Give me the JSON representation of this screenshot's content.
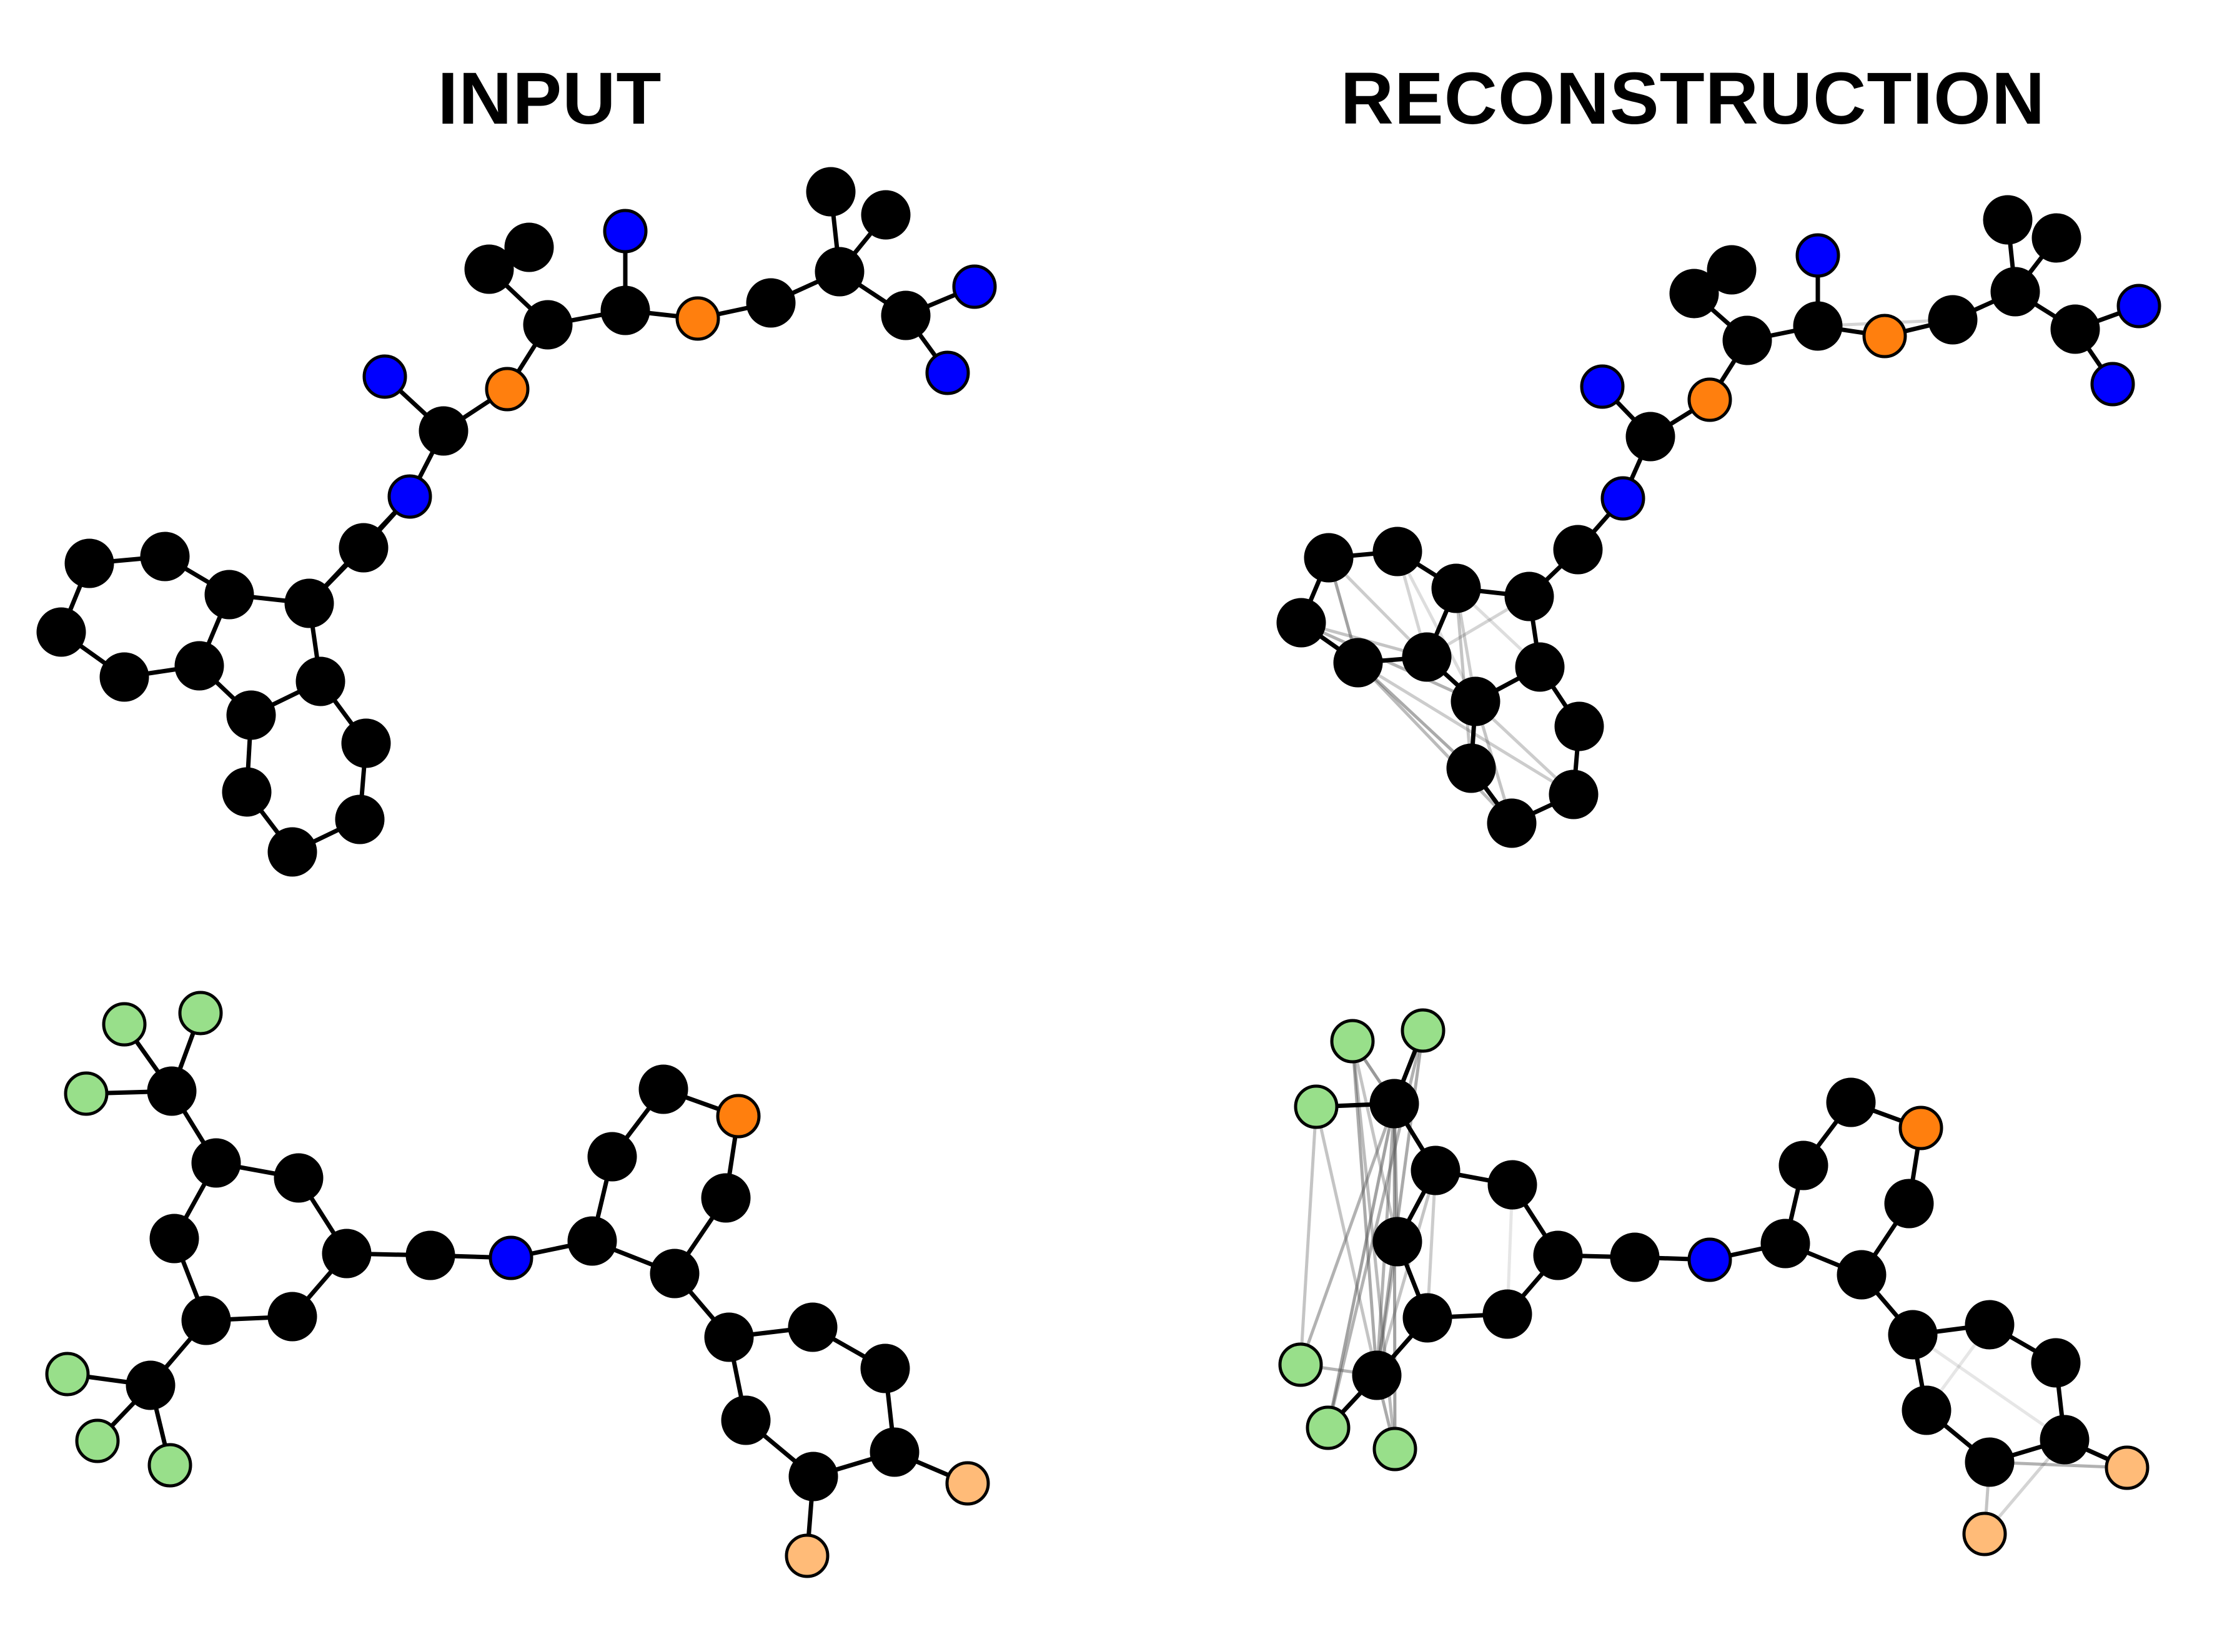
{
  "panels": {
    "input_title": "INPUT",
    "reconstruction_title": "RECONSTRUCTION"
  },
  "colors": {
    "carbon": "#000000",
    "nitrogen": "#0000ff",
    "oxygen": "#ff7f0e",
    "fluorine_light": "#98df8a",
    "peach": "#ffbb78",
    "edge_solid": "#000000",
    "edge_ghost": "#555555"
  },
  "molecules": [
    {
      "name": "molecule-1-input",
      "nodes": [
        [
          "c",
          143,
          902
        ],
        [
          "c",
          264,
          891
        ],
        [
          "c",
          367,
          952
        ],
        [
          "c",
          495,
          966
        ],
        [
          "c",
          582,
          877
        ],
        [
          "n",
          656,
          795
        ],
        [
          "c",
          710,
          690
        ],
        [
          "n",
          616,
          603
        ],
        [
          "o",
          812,
          623
        ],
        [
          "c",
          877,
          520
        ],
        [
          "c",
          783,
          431
        ],
        [
          "c",
          847,
          396
        ],
        [
          "c",
          1001,
          497
        ],
        [
          "n",
          1001,
          370
        ],
        [
          "o",
          1117,
          510
        ],
        [
          "c",
          1234,
          485
        ],
        [
          "c",
          1344,
          435
        ],
        [
          "c",
          1330,
          307
        ],
        [
          "c",
          1418,
          344
        ],
        [
          "c",
          1450,
          505
        ],
        [
          "n",
          1560,
          459
        ],
        [
          "n",
          1517,
          597
        ],
        [
          "c",
          98,
          1012
        ],
        [
          "c",
          199,
          1084
        ],
        [
          "c",
          319,
          1066
        ],
        [
          "c",
          402,
          1145
        ],
        [
          "c",
          513,
          1091
        ],
        [
          "c",
          586,
          1190
        ],
        [
          "c",
          576,
          1312
        ],
        [
          "c",
          468,
          1364
        ],
        [
          "c",
          395,
          1268
        ]
      ],
      "edges": [
        [
          0,
          1
        ],
        [
          1,
          2
        ],
        [
          2,
          3
        ],
        [
          3,
          4
        ],
        [
          4,
          5
        ],
        [
          5,
          6
        ],
        [
          6,
          7
        ],
        [
          6,
          8
        ],
        [
          8,
          9
        ],
        [
          9,
          10
        ],
        [
          10,
          11
        ],
        [
          9,
          12
        ],
        [
          12,
          13
        ],
        [
          12,
          14
        ],
        [
          14,
          15
        ],
        [
          15,
          16
        ],
        [
          16,
          17
        ],
        [
          16,
          18
        ],
        [
          16,
          19
        ],
        [
          19,
          20
        ],
        [
          19,
          21
        ],
        [
          0,
          22
        ],
        [
          22,
          23
        ],
        [
          23,
          24
        ],
        [
          24,
          2
        ],
        [
          3,
          5
        ],
        [
          24,
          25
        ],
        [
          25,
          26
        ],
        [
          26,
          3
        ],
        [
          26,
          27
        ],
        [
          27,
          28
        ],
        [
          28,
          29
        ],
        [
          29,
          30
        ],
        [
          30,
          25
        ]
      ]
    },
    {
      "name": "molecule-1-reconstruction",
      "nodes": [
        [
          "c",
          2127,
          893
        ],
        [
          "c",
          2237,
          883
        ],
        [
          "c",
          2331,
          942
        ],
        [
          "c",
          2448,
          955
        ],
        [
          "c",
          2526,
          880
        ],
        [
          "n",
          2598,
          798
        ],
        [
          "c",
          2642,
          699
        ],
        [
          "n",
          2565,
          619
        ],
        [
          "o",
          2737,
          640
        ],
        [
          "c",
          2797,
          545
        ],
        [
          "c",
          2712,
          470
        ],
        [
          "c",
          2772,
          432
        ],
        [
          "c",
          2910,
          522
        ],
        [
          "n",
          2910,
          409
        ],
        [
          "o",
          3017,
          538
        ],
        [
          "c",
          3126,
          512
        ],
        [
          "c",
          3226,
          467
        ],
        [
          "c",
          3214,
          352
        ],
        [
          "c",
          3292,
          381
        ],
        [
          "c",
          3322,
          527
        ],
        [
          "n",
          3424,
          490
        ],
        [
          "n",
          3382,
          615
        ],
        [
          "c",
          2083,
          997
        ],
        [
          "c",
          2174,
          1061
        ],
        [
          "c",
          2284,
          1052
        ],
        [
          "c",
          2362,
          1123
        ],
        [
          "c",
          2465,
          1068
        ],
        [
          "c",
          2528,
          1163
        ],
        [
          "c",
          2519,
          1272
        ],
        [
          "c",
          2420,
          1318
        ],
        [
          "c",
          2355,
          1230
        ]
      ],
      "edges": [
        [
          0,
          1
        ],
        [
          1,
          2
        ],
        [
          2,
          3
        ],
        [
          3,
          4
        ],
        [
          4,
          5
        ],
        [
          5,
          6
        ],
        [
          6,
          7
        ],
        [
          6,
          8
        ],
        [
          8,
          9
        ],
        [
          9,
          10
        ],
        [
          10,
          11
        ],
        [
          9,
          12
        ],
        [
          12,
          13
        ],
        [
          12,
          14
        ],
        [
          14,
          15
        ],
        [
          15,
          16
        ],
        [
          16,
          17
        ],
        [
          16,
          18
        ],
        [
          16,
          19
        ],
        [
          19,
          20
        ],
        [
          19,
          21
        ],
        [
          0,
          22
        ],
        [
          22,
          23
        ],
        [
          23,
          24
        ],
        [
          24,
          2
        ],
        [
          3,
          26
        ],
        [
          24,
          25
        ],
        [
          25,
          26
        ],
        [
          26,
          27
        ],
        [
          27,
          28
        ],
        [
          28,
          29
        ],
        [
          29,
          30
        ],
        [
          30,
          25
        ]
      ],
      "ghost_edges": [
        [
          0,
          23,
          0.55
        ],
        [
          0,
          24,
          0.3
        ],
        [
          1,
          24,
          0.25
        ],
        [
          22,
          25,
          0.45
        ],
        [
          23,
          30,
          0.5
        ],
        [
          23,
          29,
          0.4
        ],
        [
          22,
          24,
          0.35
        ],
        [
          1,
          25,
          0.2
        ],
        [
          2,
          25,
          0.3
        ],
        [
          2,
          30,
          0.35
        ],
        [
          3,
          24,
          0.25
        ],
        [
          24,
          28,
          0.3
        ],
        [
          25,
          29,
          0.35
        ],
        [
          2,
          26,
          0.2
        ],
        [
          23,
          28,
          0.3
        ],
        [
          4,
          3,
          0.2
        ],
        [
          9,
          12,
          0.15
        ],
        [
          12,
          15,
          0.25
        ]
      ]
    },
    {
      "name": "molecule-2-input",
      "nodes": [
        [
          "c",
          275,
          1747
        ],
        [
          "f",
          199,
          1640
        ],
        [
          "f",
          321,
          1622
        ],
        [
          "f",
          138,
          1751
        ],
        [
          "c",
          346,
          1862
        ],
        [
          "c",
          478,
          1886
        ],
        [
          "c",
          279,
          1983
        ],
        [
          "c",
          330,
          2114
        ],
        [
          "c",
          468,
          2108
        ],
        [
          "c",
          555,
          2007
        ],
        [
          "c",
          689,
          2010
        ],
        [
          "n",
          818,
          2014
        ],
        [
          "c",
          948,
          1987
        ],
        [
          "c",
          980,
          1852
        ],
        [
          "c",
          1062,
          1744
        ],
        [
          "o",
          1182,
          1787
        ],
        [
          "c",
          1162,
          1918
        ],
        [
          "c",
          1080,
          2039
        ],
        [
          "c",
          1167,
          2141
        ],
        [
          "c",
          1301,
          2125
        ],
        [
          "c",
          1417,
          2191
        ],
        [
          "c",
          1432,
          2325
        ],
        [
          "c",
          1302,
          2364
        ],
        [
          "c",
          1194,
          2274
        ],
        [
          "f",
          1549,
          2375
        ],
        [
          "f",
          1292,
          2491
        ],
        [
          "c",
          241,
          2218
        ],
        [
          "f",
          108,
          2200
        ],
        [
          "f",
          156,
          2307
        ],
        [
          "f",
          272,
          2346
        ]
      ],
      "edges": [
        [
          0,
          1
        ],
        [
          0,
          2
        ],
        [
          0,
          3
        ],
        [
          0,
          4
        ],
        [
          4,
          5
        ],
        [
          5,
          9
        ],
        [
          4,
          6
        ],
        [
          6,
          7
        ],
        [
          7,
          8
        ],
        [
          8,
          9
        ],
        [
          9,
          10
        ],
        [
          10,
          11
        ],
        [
          11,
          12
        ],
        [
          12,
          13
        ],
        [
          13,
          14
        ],
        [
          14,
          15
        ],
        [
          15,
          16
        ],
        [
          16,
          17
        ],
        [
          17,
          12
        ],
        [
          17,
          18
        ],
        [
          18,
          19
        ],
        [
          19,
          20
        ],
        [
          20,
          21
        ],
        [
          21,
          22
        ],
        [
          22,
          23
        ],
        [
          23,
          18
        ],
        [
          21,
          24
        ],
        [
          22,
          25
        ],
        [
          7,
          26
        ],
        [
          26,
          27
        ],
        [
          26,
          28
        ],
        [
          26,
          29
        ]
      ]
    },
    {
      "name": "molecule-2-reconstruction",
      "nodes": [
        [
          "c",
          2232,
          1767
        ],
        [
          "f",
          2165,
          1667
        ],
        [
          "f",
          2278,
          1650
        ],
        [
          "f",
          2107,
          1772
        ],
        [
          "c",
          2298,
          1874
        ],
        [
          "c",
          2421,
          1897
        ],
        [
          "c",
          2237,
          1988
        ],
        [
          "c",
          2285,
          2110
        ],
        [
          "c",
          2413,
          2104
        ],
        [
          "c",
          2494,
          2010
        ],
        [
          "c",
          2617,
          2013
        ],
        [
          "n",
          2737,
          2017
        ],
        [
          "c",
          2858,
          1991
        ],
        [
          "c",
          2887,
          1866
        ],
        [
          "c",
          2963,
          1765
        ],
        [
          "o",
          3075,
          1806
        ],
        [
          "c",
          3056,
          1927
        ],
        [
          "c",
          2980,
          2041
        ],
        [
          "c",
          3062,
          2137
        ],
        [
          "c",
          3185,
          2121
        ],
        [
          "c",
          3291,
          2182
        ],
        [
          "c",
          3305,
          2305
        ],
        [
          "c",
          3185,
          2341
        ],
        [
          "c",
          3084,
          2258
        ],
        [
          "f",
          3405,
          2350
        ],
        [
          "f",
          3177,
          2456
        ],
        [
          "c",
          2204,
          2202
        ],
        [
          "f",
          2082,
          2185
        ],
        [
          "f",
          2126,
          2286
        ],
        [
          "f",
          2233,
          2320
        ]
      ],
      "edges": [
        [
          0,
          2
        ],
        [
          0,
          4
        ],
        [
          4,
          5
        ],
        [
          5,
          9
        ],
        [
          4,
          6
        ],
        [
          6,
          7
        ],
        [
          7,
          8
        ],
        [
          8,
          9
        ],
        [
          9,
          10
        ],
        [
          10,
          11
        ],
        [
          11,
          12
        ],
        [
          12,
          13
        ],
        [
          13,
          14
        ],
        [
          14,
          15
        ],
        [
          15,
          16
        ],
        [
          16,
          17
        ],
        [
          17,
          12
        ],
        [
          17,
          18
        ],
        [
          18,
          19
        ],
        [
          19,
          20
        ],
        [
          20,
          21
        ],
        [
          21,
          22
        ],
        [
          22,
          23
        ],
        [
          23,
          18
        ],
        [
          21,
          24
        ],
        [
          7,
          26
        ],
        [
          26,
          28
        ],
        [
          0,
          3
        ]
      ],
      "ghost_edges": [
        [
          0,
          1,
          0.6
        ],
        [
          0,
          27,
          0.45
        ],
        [
          0,
          28,
          0.55
        ],
        [
          0,
          29,
          0.55
        ],
        [
          26,
          1,
          0.5
        ],
        [
          26,
          2,
          0.5
        ],
        [
          26,
          3,
          0.35
        ],
        [
          26,
          27,
          0.45
        ],
        [
          26,
          29,
          0.5
        ],
        [
          0,
          6,
          0.5
        ],
        [
          0,
          26,
          0.45
        ],
        [
          4,
          26,
          0.35
        ],
        [
          6,
          26,
          0.4
        ],
        [
          4,
          7,
          0.3
        ],
        [
          6,
          1,
          0.35
        ],
        [
          2,
          28,
          0.45
        ],
        [
          1,
          29,
          0.4
        ],
        [
          3,
          27,
          0.35
        ],
        [
          22,
          24,
          0.45
        ],
        [
          22,
          25,
          0.35
        ],
        [
          21,
          25,
          0.25
        ],
        [
          18,
          21,
          0.15
        ],
        [
          19,
          23,
          0.15
        ],
        [
          5,
          8,
          0.15
        ],
        [
          9,
          5,
          0.12
        ]
      ]
    }
  ]
}
